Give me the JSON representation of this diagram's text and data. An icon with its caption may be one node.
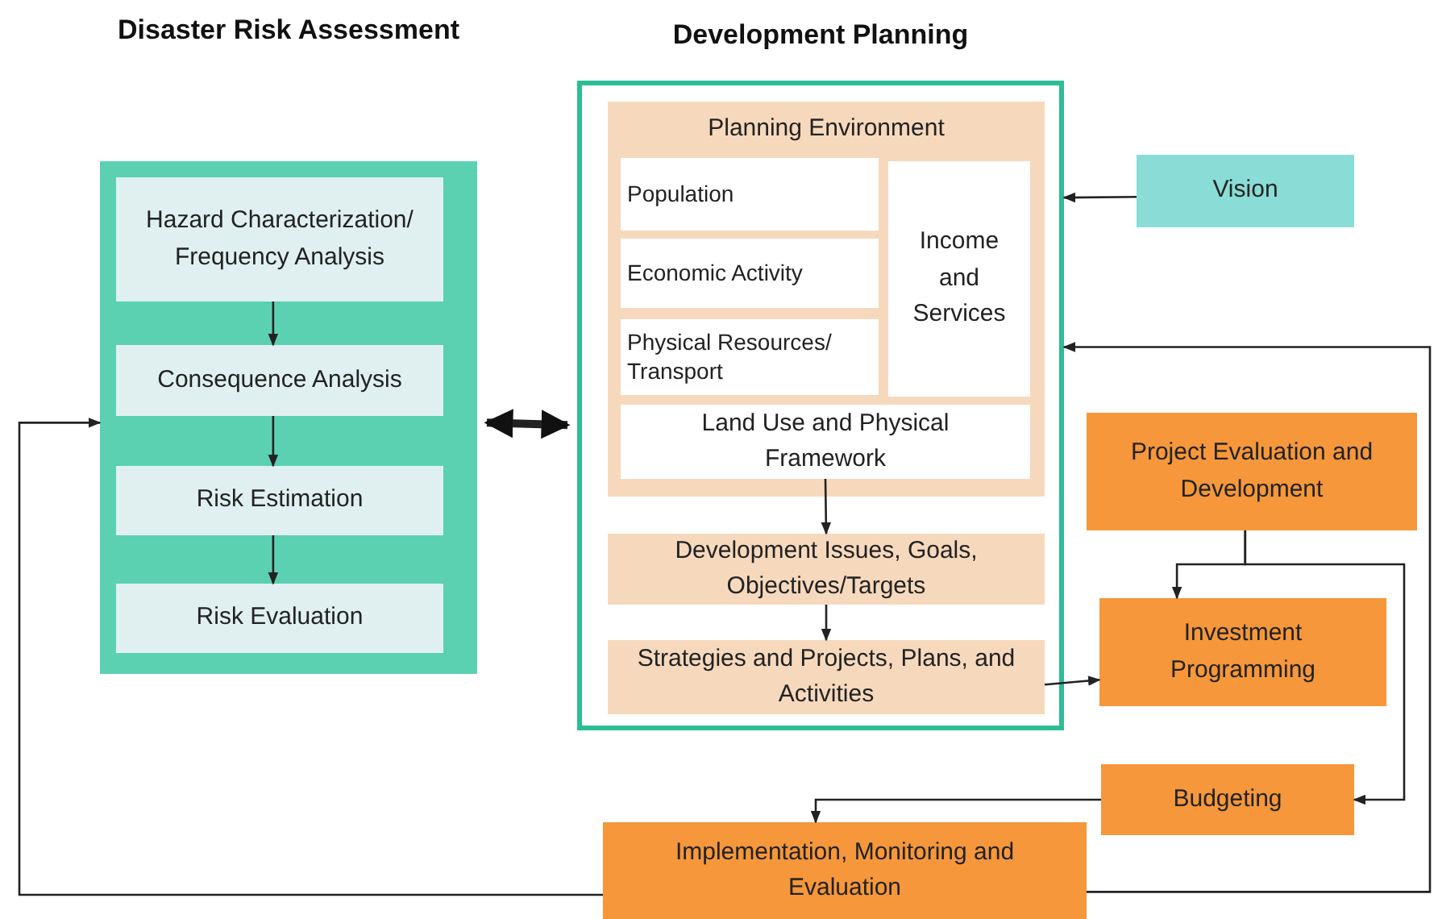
{
  "diagram": {
    "nodes": [
      {
        "text": [
          "Disaster Risk Assessment"
        ]
      },
      {
        "text": [
          "Hazard Characterization/ Frequency Analysis"
        ],
        "in": 0
      },
      {
        "text": [
          "Consequence Analysis"
        ],
        "in": 0
      },
      {
        "text": [
          "Risk Estimation"
        ],
        "in": 0
      },
      {
        "text": [
          "Risk Evaluation"
        ],
        "in": 0
      },
      {
        "text": [
          "Development Planning"
        ]
      },
      {
        "text": [
          "Planning Environment"
        ],
        "in": 5
      },
      {
        "text": [
          "Population"
        ],
        "in": 6
      },
      {
        "text": [
          "Economic Activity"
        ],
        "in": 6
      },
      {
        "text": [
          "Physical Resources/ Transport"
        ],
        "in": 6
      },
      {
        "text": [
          "Income and Services"
        ],
        "in": 6
      },
      {
        "text": [
          "Land Use and Physical Framework"
        ],
        "in": 6
      },
      {
        "text": [
          "Development Issues, Goals, Objectives/Targets"
        ],
        "in": 5
      },
      {
        "text": [
          "Strategies and Projects, Plans, and Activities"
        ],
        "in": 5
      },
      {
        "text": [
          "Vision"
        ]
      },
      {
        "text": [
          "Project Evaluation and Development"
        ]
      },
      {
        "text": [
          "Investment Programming"
        ]
      },
      {
        "text": [
          "Budgeting"
        ]
      },
      {
        "text": [
          "Implementation, Monitoring and Evaluation"
        ]
      }
    ],
    "edges": [
      {
        "from": 1,
        "to": 2,
        "arrow": "to"
      },
      {
        "from": 2,
        "to": 3,
        "arrow": "to"
      },
      {
        "from": 3,
        "to": 4,
        "arrow": "to"
      },
      {
        "from": 0,
        "to": 5,
        "arrow": "both",
        "style": "thick"
      },
      {
        "from": 11,
        "to": 12,
        "arrow": "to"
      },
      {
        "from": 12,
        "to": 13,
        "arrow": "to"
      },
      {
        "from": 14,
        "to": 5,
        "arrow": "to"
      },
      {
        "from": 13,
        "to": 16,
        "arrow": "to"
      },
      {
        "from": 15,
        "to": 16,
        "arrow": "to"
      },
      {
        "from": 15,
        "to": 17,
        "arrow": "to"
      },
      {
        "from": 17,
        "to": 18,
        "arrow": "to"
      },
      {
        "from": 18,
        "to": 0,
        "arrow": "to"
      },
      {
        "from": 18,
        "to": 5,
        "arrow": "to"
      }
    ]
  }
}
